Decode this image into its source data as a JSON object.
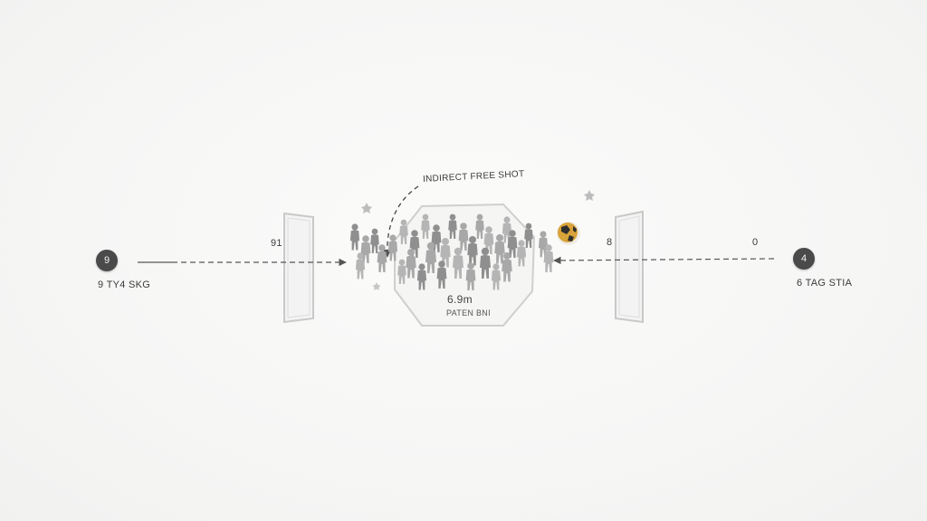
{
  "diagram": {
    "callout": "INDIRECT FREE SHOT",
    "left": {
      "badge": "9",
      "caption": "9 TY4 SKG",
      "marker": "91"
    },
    "right": {
      "badge": "4",
      "caption": "6 TAG STIA",
      "marker_near": "8",
      "marker_far": "0"
    },
    "center": {
      "distance": "6.9m",
      "sublabel": "PATEN BNI"
    },
    "colors": {
      "ink": "#4a4a4a",
      "line": "#555555",
      "figure": "#9c9c9c",
      "ball": "#d8a33a"
    },
    "icons": [
      "player-icon",
      "ball-icon",
      "goal-icon",
      "star-icon"
    ]
  }
}
